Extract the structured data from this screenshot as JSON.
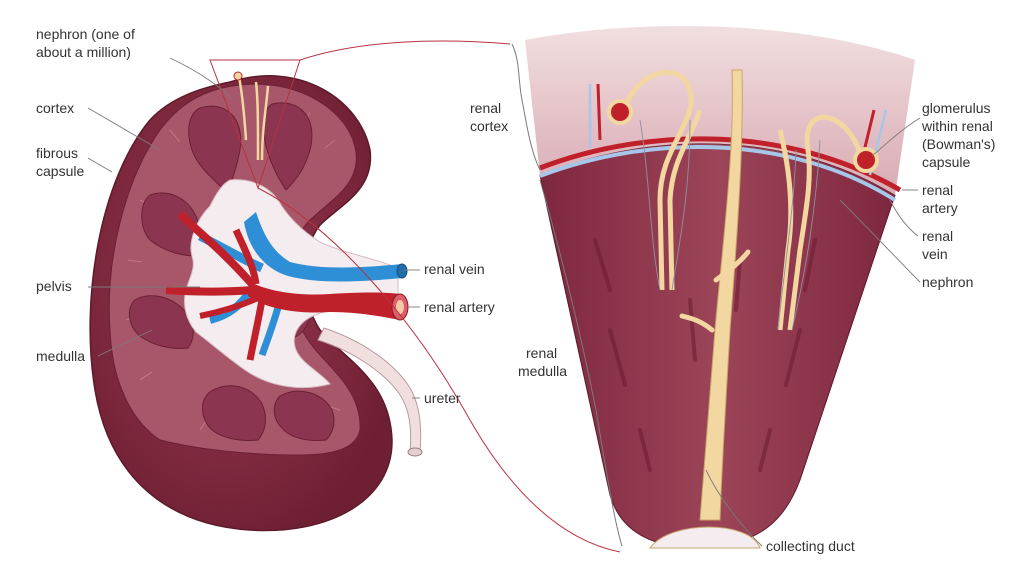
{
  "kidney_labels": {
    "nephron_line1": "nephron (one of",
    "nephron_line2": "about a million)",
    "cortex": "cortex",
    "fibrous_line1": "fibrous",
    "fibrous_line2": "capsule",
    "pelvis": "pelvis",
    "medulla": "medulla",
    "renal_vein": "renal vein",
    "renal_artery": "renal artery",
    "ureter": "ureter"
  },
  "section_labels": {
    "renal_cortex_line1": "renal",
    "renal_cortex_line2": "cortex",
    "renal_medulla_line1": "renal",
    "renal_medulla_line2": "medulla",
    "glomerulus_line1": "glomerulus",
    "glomerulus_line2": "within renal",
    "glomerulus_line3": "(Bowman's)",
    "glomerulus_line4": "capsule",
    "renal_artery_line1": "renal",
    "renal_artery_line2": "artery",
    "renal_vein_line1": "renal",
    "renal_vein_line2": "vein",
    "nephron": "nephron",
    "collecting_duct": "collecting duct"
  },
  "colors": {
    "kidney_outer": "#7b2538",
    "cortex": "#a8566a",
    "pyramid": "#8c3550",
    "pelvis": "#f4ecee",
    "vein": "#2f8fd6",
    "artery": "#c0202a",
    "ureter": "#f1dfe0",
    "tubule": "#f2d7a0",
    "connector": "#b8323f"
  }
}
